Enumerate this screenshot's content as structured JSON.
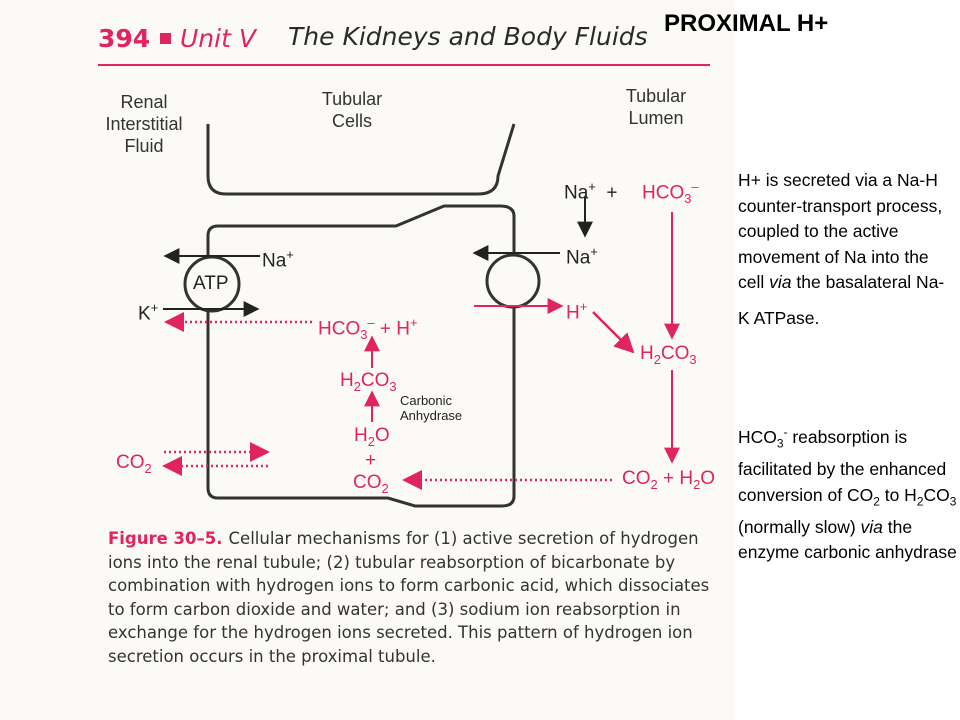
{
  "slide_title": "PROXIMAL H+",
  "book_header": {
    "page_number": "394",
    "unit": "Unit V",
    "chapter": "The Kidneys and Body Fluids",
    "accent_color": "#e0245e"
  },
  "diagram": {
    "columns": {
      "renal_interstitial_fluid": [
        "Renal",
        "Interstitial",
        "Fluid"
      ],
      "tubular_cells": [
        "Tubular",
        "Cells"
      ],
      "tubular_lumen": [
        "Tubular",
        "Lumen"
      ]
    },
    "atp": "ATP",
    "na_left": "Na",
    "k": "K",
    "hco3_h_cell": "HCO",
    "h_left": "H",
    "h2co3_cell": "H",
    "carbonic_anhydrase": [
      "Carbonic",
      "Anhydrase"
    ],
    "h2o_cell": "H",
    "plus": "+",
    "co2_cell": "CO",
    "co2_left": "CO",
    "na_lumen_top": "Na",
    "hco3_lumen": "HCO",
    "na_lumen": "Na",
    "h_lumen": "H",
    "h2co3_lumen": "H",
    "co2_h2o_lumen": "CO"
  },
  "caption": {
    "figure_label": "Figure 30–5.",
    "text": "Cellular mechanisms for (1) active secretion of hydrogen ions into the renal tubule; (2) tubular reabsorption of bicarbonate by combination with hydrogen ions to form carbonic acid, which dissociates to form carbon dioxide and water; and (3) sodium ion reabsorption in exchange for the hydrogen ions secreted. This pattern of hydrogen ion secretion occurs in the proximal tubule."
  },
  "notes": {
    "secretion_lead": "H+ is secreted via a Na-H counter-transport process, coupled to the active movement of Na into the cell",
    "secretion_via": "via",
    "secretion_tail_1": "the basalateral Na-",
    "secretion_tail_2": "K ATPase.",
    "reabsorption_lead": "HCO",
    "reabsorption_mid": "reabsorption is facilitated by the enhanced conversion of CO",
    "reabsorption_to": "to H",
    "reabsorption_rest": "CO",
    "reabsorption_normally": "(normally slow)",
    "reabsorption_via": "via",
    "reabsorption_end": "the enzyme carbonic anhydrase"
  }
}
